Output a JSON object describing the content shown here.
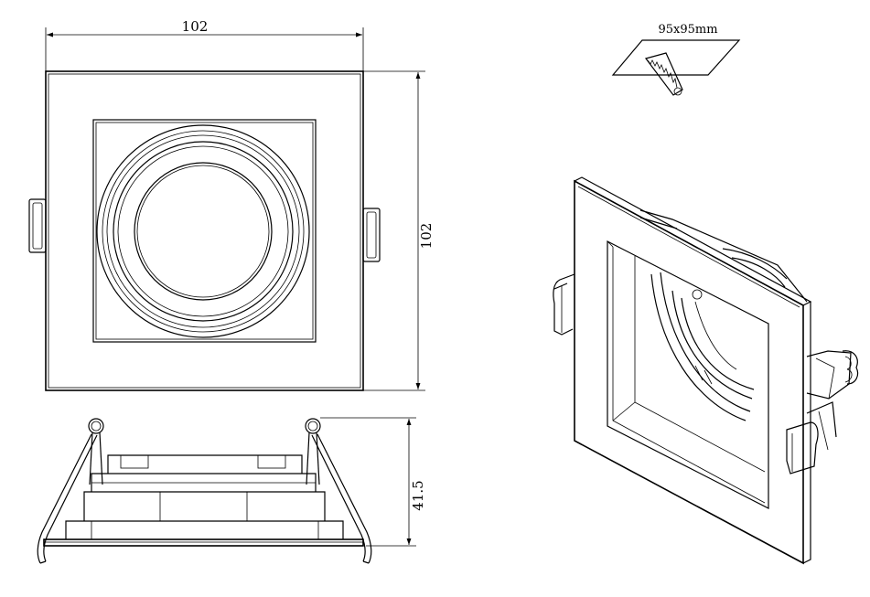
{
  "dimensions": {
    "width": "102",
    "height": "102",
    "depth": "41.5",
    "cutout": "95x95mm"
  }
}
